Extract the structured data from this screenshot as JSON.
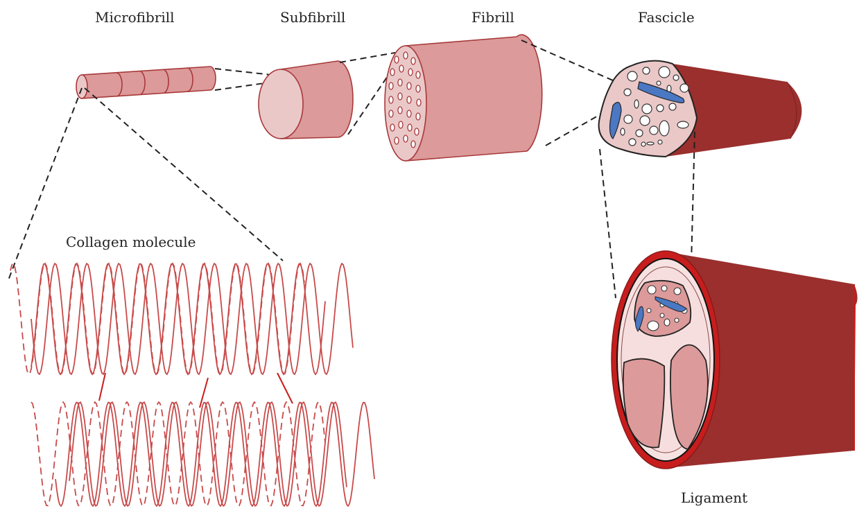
{
  "labels": {
    "microfibrill": "Microfibrill",
    "subfibrill": "Subfibrill",
    "fibrill": "Fibrill",
    "fascicle": "Fascicle",
    "collagen": "Collagen molecule",
    "ligament": "Ligament"
  },
  "colors": {
    "fibril_fill": "#dc9a9a",
    "fibril_face": "#eac8c8",
    "outline": "#a8383a",
    "tissue_dark": "#9a2f2d",
    "sheath_red": "#c81d1d",
    "vessel_blue": "#4a78c2",
    "helix": "#c84a4a",
    "dash_line": "#222222"
  }
}
